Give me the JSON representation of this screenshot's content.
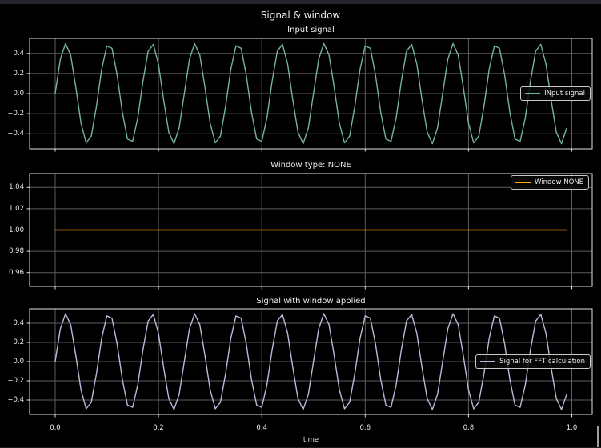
{
  "window": {
    "top_bar_color": "#25252b",
    "background_color": "#000000"
  },
  "figure": {
    "title": "Signal & window",
    "text_color": "#f2f2f2",
    "grid_color": "#5d5d5d",
    "spine_color": "#e2e2e2"
  },
  "chart_data": [
    {
      "type": "line",
      "title": "Input signal",
      "xlabel": "",
      "grid": true,
      "xlim": [
        -0.0495,
        1.0395
      ],
      "ylim": [
        -0.55,
        0.55
      ],
      "xticks": {
        "values": [
          0.0,
          0.2,
          0.4,
          0.6,
          0.8,
          1.0
        ],
        "labels": [
          "0.0",
          "0.2",
          "0.4",
          "0.6",
          "0.8",
          "1.0"
        ],
        "show_labels": false
      },
      "yticks": {
        "values": [
          0.4,
          0.2,
          0.0,
          -0.2,
          -0.4
        ],
        "labels": [
          "0.4",
          "0.2",
          "0.0",
          "−0.2",
          "−0.4"
        ]
      },
      "legend": {
        "label": "INput signal",
        "loc": "center right"
      },
      "series": [
        {
          "name": "INput signal",
          "color": "#74b2a7",
          "signal": {
            "kind": "sine",
            "amplitude": 0.5,
            "frequency_hz": 12.0,
            "sample_rate_hz": 100.0,
            "n_samples": 100,
            "t_start": 0.0,
            "t_end": 0.99
          }
        }
      ]
    },
    {
      "type": "line",
      "title": "Window type: NONE",
      "xlabel": "",
      "grid": true,
      "xlim": [
        -0.0495,
        1.0395
      ],
      "ylim": [
        0.947,
        1.053
      ],
      "xticks": {
        "values": [
          0.0,
          0.2,
          0.4,
          0.6,
          0.8,
          1.0
        ],
        "labels": [
          "0.0",
          "0.2",
          "0.4",
          "0.6",
          "0.8",
          "1.0"
        ],
        "show_labels": false
      },
      "yticks": {
        "values": [
          1.04,
          1.02,
          1.0,
          0.98,
          0.96
        ],
        "labels": [
          "1.04",
          "1.02",
          "1.00",
          "0.98",
          "0.96"
        ]
      },
      "legend": {
        "label": "Window NONE",
        "loc": "upper right"
      },
      "series": [
        {
          "name": "Window NONE",
          "color": "#ffa500",
          "signal": {
            "kind": "constant",
            "value": 1.0,
            "sample_rate_hz": 100.0,
            "n_samples": 100,
            "t_start": 0.0,
            "t_end": 0.99
          }
        }
      ]
    },
    {
      "type": "line",
      "title": "Signal with window applied",
      "xlabel": "time",
      "grid": true,
      "xlim": [
        -0.0495,
        1.0395
      ],
      "ylim": [
        -0.55,
        0.55
      ],
      "xticks": {
        "values": [
          0.0,
          0.2,
          0.4,
          0.6,
          0.8,
          1.0
        ],
        "labels": [
          "0.0",
          "0.2",
          "0.4",
          "0.6",
          "0.8",
          "1.0"
        ],
        "show_labels": true
      },
      "yticks": {
        "values": [
          0.4,
          0.2,
          0.0,
          -0.2,
          -0.4
        ],
        "labels": [
          "0.4",
          "0.2",
          "0.0",
          "−0.2",
          "−0.4"
        ]
      },
      "legend": {
        "label": "Signal for FFT calculation",
        "loc": "center right"
      },
      "series": [
        {
          "name": "Signal for FFT calculation",
          "color": "#b9b9d9",
          "signal": {
            "kind": "sine",
            "amplitude": 0.5,
            "frequency_hz": 12.0,
            "sample_rate_hz": 100.0,
            "n_samples": 100,
            "t_start": 0.0,
            "t_end": 0.99
          }
        }
      ]
    }
  ]
}
